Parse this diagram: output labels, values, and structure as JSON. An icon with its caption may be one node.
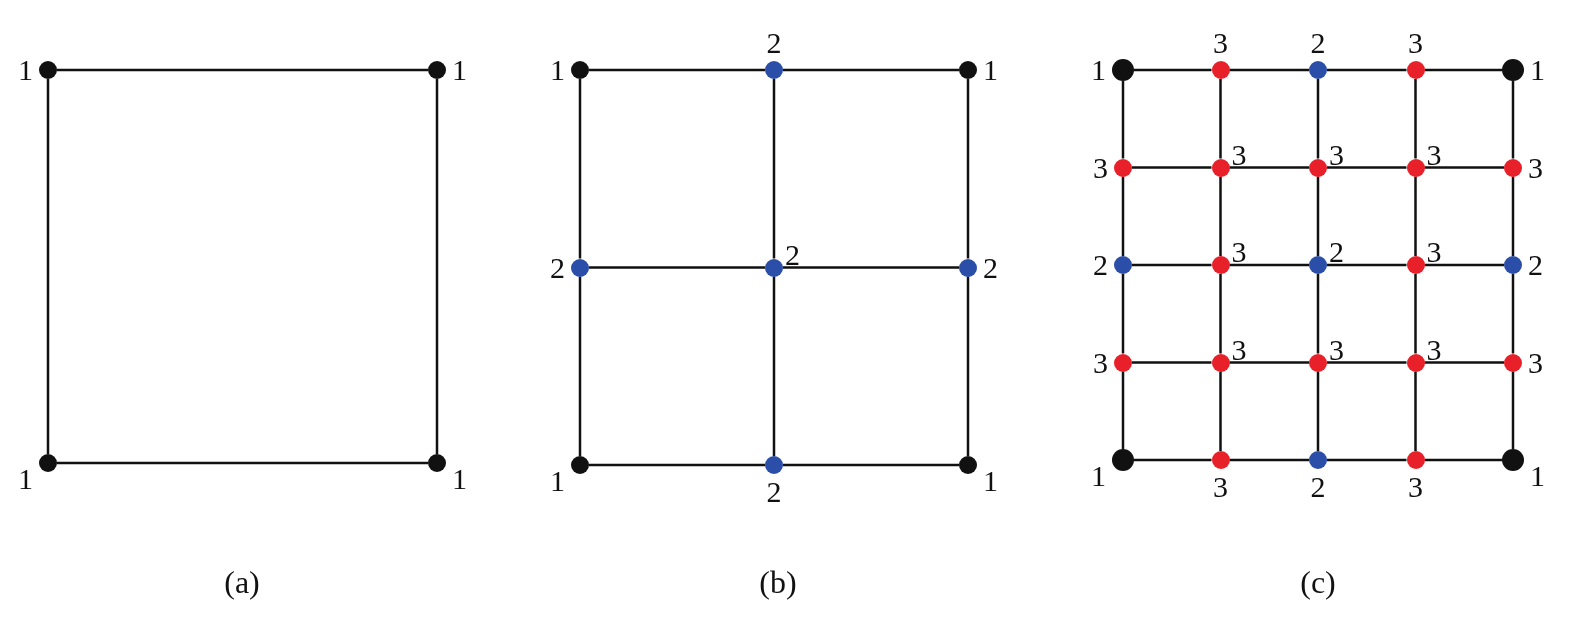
{
  "diagram": {
    "nodes": [
      {
        "text": [],
        "shape": "circle",
        "beside": [
          "1"
        ]
      },
      {
        "text": [],
        "shape": "circle",
        "beside": [
          "1"
        ]
      },
      {
        "text": [],
        "shape": "circle",
        "beside": [
          "1"
        ]
      },
      {
        "text": [],
        "shape": "circle",
        "beside": [
          "1"
        ]
      },
      {
        "text": [],
        "shape": "circle",
        "beside": [
          "1"
        ]
      },
      {
        "text": [],
        "shape": "circle",
        "beside": [
          "2"
        ]
      },
      {
        "text": [],
        "shape": "circle",
        "beside": [
          "1"
        ]
      },
      {
        "text": [],
        "shape": "circle",
        "beside": [
          "2"
        ]
      },
      {
        "text": [],
        "shape": "circle",
        "beside": [
          "2"
        ]
      },
      {
        "text": [],
        "shape": "circle",
        "beside": [
          "2"
        ]
      },
      {
        "text": [],
        "shape": "circle",
        "beside": [
          "1"
        ]
      },
      {
        "text": [],
        "shape": "circle",
        "beside": [
          "2"
        ]
      },
      {
        "text": [],
        "shape": "circle",
        "beside": [
          "1"
        ]
      },
      {
        "text": [],
        "shape": "circle",
        "beside": [
          "1"
        ]
      },
      {
        "text": [],
        "shape": "circle",
        "beside": [
          "3"
        ]
      },
      {
        "text": [],
        "shape": "circle",
        "beside": [
          "2"
        ]
      },
      {
        "text": [],
        "shape": "circle",
        "beside": [
          "3"
        ]
      },
      {
        "text": [],
        "shape": "circle",
        "beside": [
          "1"
        ]
      },
      {
        "text": [],
        "shape": "circle",
        "beside": [
          "3"
        ]
      },
      {
        "text": [],
        "shape": "circle",
        "beside": [
          "3"
        ]
      },
      {
        "text": [],
        "shape": "circle",
        "beside": [
          "3"
        ]
      },
      {
        "text": [],
        "shape": "circle",
        "beside": [
          "3"
        ]
      },
      {
        "text": [],
        "shape": "circle",
        "beside": [
          "3"
        ]
      },
      {
        "text": [],
        "shape": "circle",
        "beside": [
          "2"
        ]
      },
      {
        "text": [],
        "shape": "circle",
        "beside": [
          "3"
        ]
      },
      {
        "text": [],
        "shape": "circle",
        "beside": [
          "2"
        ]
      },
      {
        "text": [],
        "shape": "circle",
        "beside": [
          "3"
        ]
      },
      {
        "text": [],
        "shape": "circle",
        "beside": [
          "2"
        ]
      },
      {
        "text": [],
        "shape": "circle",
        "beside": [
          "3"
        ]
      },
      {
        "text": [],
        "shape": "circle",
        "beside": [
          "3"
        ]
      },
      {
        "text": [],
        "shape": "circle",
        "beside": [
          "3"
        ]
      },
      {
        "text": [],
        "shape": "circle",
        "beside": [
          "3"
        ]
      },
      {
        "text": [],
        "shape": "circle",
        "beside": [
          "3"
        ]
      },
      {
        "text": [],
        "shape": "circle",
        "beside": [
          "1"
        ]
      },
      {
        "text": [],
        "shape": "circle",
        "beside": [
          "3"
        ]
      },
      {
        "text": [],
        "shape": "circle",
        "beside": [
          "2"
        ]
      },
      {
        "text": [],
        "shape": "circle",
        "beside": [
          "3"
        ]
      },
      {
        "text": [],
        "shape": "circle",
        "beside": [
          "1"
        ]
      }
    ],
    "edges": [
      {
        "from": 0,
        "to": 1,
        "arrow": "none"
      },
      {
        "from": 0,
        "to": 2,
        "arrow": "none"
      },
      {
        "from": 1,
        "to": 3,
        "arrow": "none"
      },
      {
        "from": 2,
        "to": 3,
        "arrow": "none"
      },
      {
        "from": 4,
        "to": 5,
        "arrow": "none"
      },
      {
        "from": 5,
        "to": 6,
        "arrow": "none"
      },
      {
        "from": 7,
        "to": 8,
        "arrow": "none"
      },
      {
        "from": 8,
        "to": 9,
        "arrow": "none"
      },
      {
        "from": 10,
        "to": 11,
        "arrow": "none"
      },
      {
        "from": 11,
        "to": 12,
        "arrow": "none"
      },
      {
        "from": 4,
        "to": 7,
        "arrow": "none"
      },
      {
        "from": 7,
        "to": 10,
        "arrow": "none"
      },
      {
        "from": 5,
        "to": 8,
        "arrow": "none"
      },
      {
        "from": 8,
        "to": 11,
        "arrow": "none"
      },
      {
        "from": 6,
        "to": 9,
        "arrow": "none"
      },
      {
        "from": 9,
        "to": 12,
        "arrow": "none"
      },
      {
        "from": 13,
        "to": 14,
        "arrow": "none"
      },
      {
        "from": 14,
        "to": 15,
        "arrow": "none"
      },
      {
        "from": 15,
        "to": 16,
        "arrow": "none"
      },
      {
        "from": 16,
        "to": 17,
        "arrow": "none"
      },
      {
        "from": 18,
        "to": 19,
        "arrow": "none"
      },
      {
        "from": 19,
        "to": 20,
        "arrow": "none"
      },
      {
        "from": 20,
        "to": 21,
        "arrow": "none"
      },
      {
        "from": 21,
        "to": 22,
        "arrow": "none"
      },
      {
        "from": 23,
        "to": 24,
        "arrow": "none"
      },
      {
        "from": 24,
        "to": 25,
        "arrow": "none"
      },
      {
        "from": 25,
        "to": 26,
        "arrow": "none"
      },
      {
        "from": 26,
        "to": 27,
        "arrow": "none"
      },
      {
        "from": 28,
        "to": 29,
        "arrow": "none"
      },
      {
        "from": 29,
        "to": 30,
        "arrow": "none"
      },
      {
        "from": 30,
        "to": 31,
        "arrow": "none"
      },
      {
        "from": 31,
        "to": 32,
        "arrow": "none"
      },
      {
        "from": 33,
        "to": 34,
        "arrow": "none"
      },
      {
        "from": 34,
        "to": 35,
        "arrow": "none"
      },
      {
        "from": 35,
        "to": 36,
        "arrow": "none"
      },
      {
        "from": 36,
        "to": 37,
        "arrow": "none"
      },
      {
        "from": 13,
        "to": 18,
        "arrow": "none"
      },
      {
        "from": 18,
        "to": 23,
        "arrow": "none"
      },
      {
        "from": 23,
        "to": 28,
        "arrow": "none"
      },
      {
        "from": 28,
        "to": 33,
        "arrow": "none"
      },
      {
        "from": 14,
        "to": 19,
        "arrow": "none"
      },
      {
        "from": 19,
        "to": 24,
        "arrow": "none"
      },
      {
        "from": 24,
        "to": 29,
        "arrow": "none"
      },
      {
        "from": 29,
        "to": 34,
        "arrow": "none"
      },
      {
        "from": 15,
        "to": 20,
        "arrow": "none"
      },
      {
        "from": 20,
        "to": 25,
        "arrow": "none"
      },
      {
        "from": 25,
        "to": 30,
        "arrow": "none"
      },
      {
        "from": 30,
        "to": 35,
        "arrow": "none"
      },
      {
        "from": 16,
        "to": 21,
        "arrow": "none"
      },
      {
        "from": 21,
        "to": 26,
        "arrow": "none"
      },
      {
        "from": 26,
        "to": 31,
        "arrow": "none"
      },
      {
        "from": 31,
        "to": 36,
        "arrow": "none"
      },
      {
        "from": 17,
        "to": 22,
        "arrow": "none"
      },
      {
        "from": 22,
        "to": 27,
        "arrow": "none"
      },
      {
        "from": 27,
        "to": 32,
        "arrow": "none"
      },
      {
        "from": 32,
        "to": 37,
        "arrow": "none"
      }
    ],
    "labels": [
      "(a)",
      "(b)",
      "(c)"
    ]
  }
}
